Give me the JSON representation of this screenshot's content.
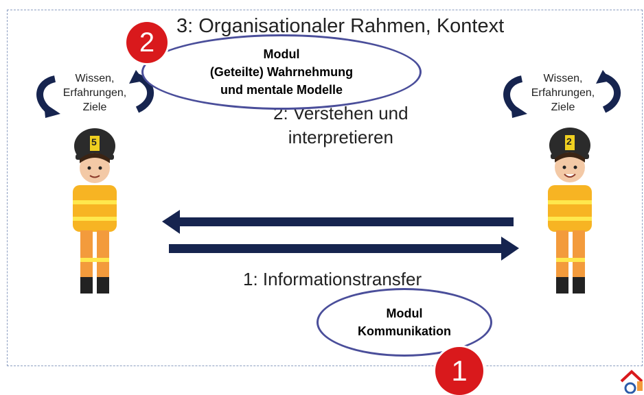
{
  "diagram": {
    "context_label": "3: Organisationaler Rahmen, Kontext",
    "understand_label_line1": "2: Verstehen und",
    "understand_label_line2": "interpretieren",
    "transfer_label": "1: Informationstransfer",
    "left_person": {
      "label_line1": "Wissen,",
      "label_line2": "Erfahrungen,",
      "label_line3": "Ziele",
      "helmet_number": "5"
    },
    "right_person": {
      "label_line1": "Wissen,",
      "label_line2": "Erfahrungen,",
      "label_line3": "Ziele",
      "helmet_number": "2"
    },
    "module_top": {
      "line1": "Modul",
      "line2": "(Geteilte) Wahrnehmung",
      "line3": "und mentale Modelle",
      "badge": "2"
    },
    "module_bottom": {
      "line1": "Modul",
      "line2": "Kommunikation",
      "badge": "1"
    },
    "colors": {
      "arrow": "#16244f",
      "badge": "#d9191c",
      "ellipse_border": "#4a4e9a",
      "frame": "#8a9cc0",
      "jacket": "#f7b423",
      "pants": "#f39b3c",
      "stripe": "#ffe84d"
    }
  }
}
